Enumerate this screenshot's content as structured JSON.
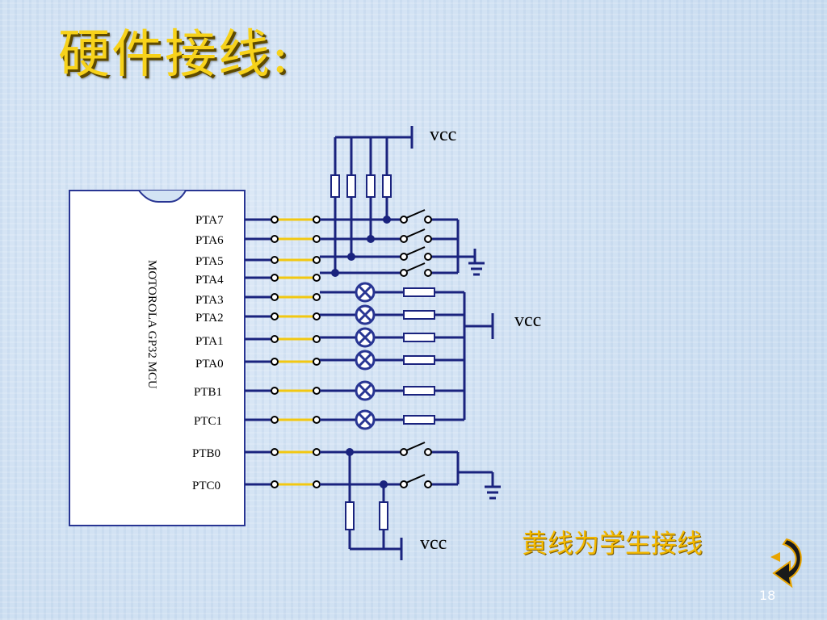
{
  "slide": {
    "title": "硬件接线:",
    "note": "黄线为学生接线",
    "page_number": "18"
  },
  "diagram": {
    "mcu_label": "MOTOROLA GP32 MCU",
    "vcc_label": "vcc",
    "pins": [
      "PTA7",
      "PTA6",
      "PTA5",
      "PTA4",
      "PTA3",
      "PTA2",
      "PTA1",
      "PTA0",
      "PTB1",
      "PTC1",
      "PTB0",
      "PTC0"
    ],
    "colors": {
      "wire": "#1a237e",
      "student_wire": "#f2c811",
      "chip_border": "#283593",
      "lamp": "#283593"
    }
  },
  "nav": {
    "back_icon": "back-arrow-icon"
  }
}
